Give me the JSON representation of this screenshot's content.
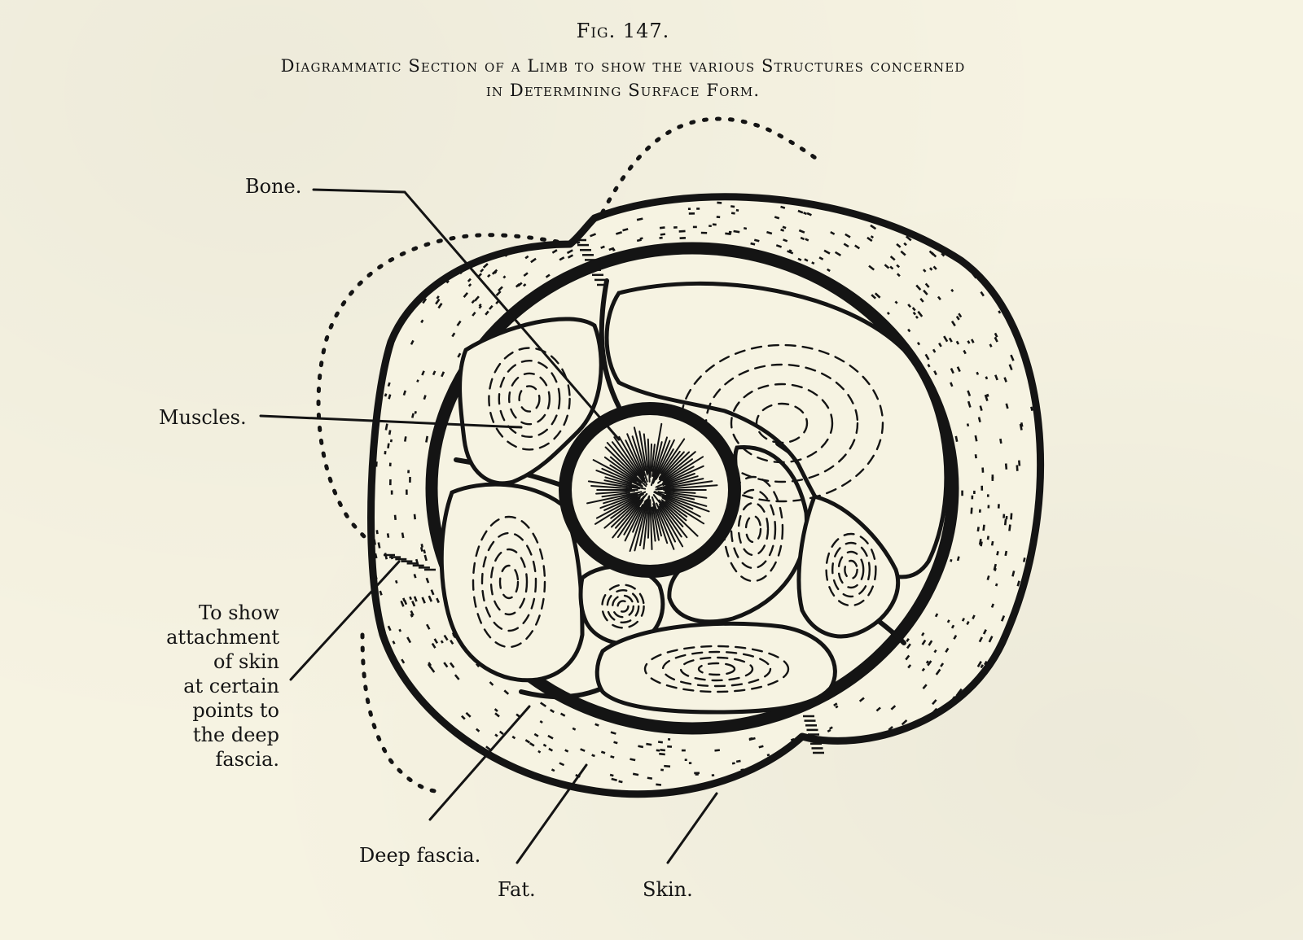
{
  "figure": {
    "number": "Fig. 147.",
    "caption_lines": [
      "Diagrammatic Section of a Limb to show the various Structures concerned",
      "in Determining Surface Form."
    ]
  },
  "labels": {
    "bone": "Bone.",
    "muscles": "Muscles.",
    "attachment_lines": [
      "To show",
      "attachment",
      "of skin",
      "at certain",
      "points to",
      "the deep",
      "fascia."
    ],
    "deep_fascia": "Deep fascia.",
    "fat": "Fat.",
    "skin": "Skin."
  },
  "colors": {
    "paper": "#f6f3e2",
    "ink": "#141414"
  }
}
